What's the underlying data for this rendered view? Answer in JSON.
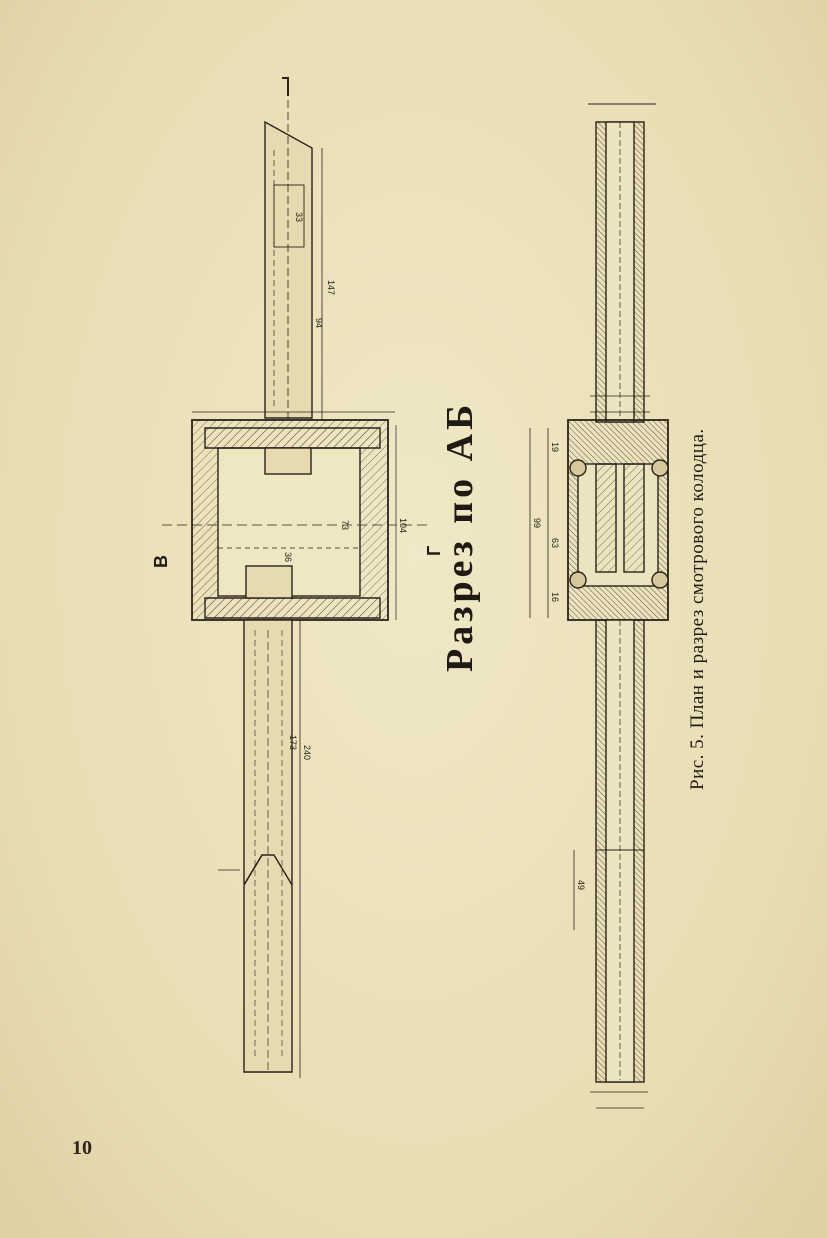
{
  "page": {
    "number": "10"
  },
  "figure": {
    "section_title": "Разрез по АБ",
    "caption_number": "Рис. 5.",
    "caption_text": "План и разрез смотрового колодца.",
    "markers": {
      "v": "В",
      "g": "Г"
    },
    "dimensions": {
      "plan_upper_length": "147",
      "plan_upper_inner": "94",
      "plan_upper_box": "33",
      "plan_lower_length": "240",
      "plan_lower_inner": "173",
      "plan_well_width": "104",
      "plan_well_inner": "73",
      "plan_well_wall": "36",
      "section_height": "99",
      "section_inner": "63",
      "section_top": "19",
      "section_bottom": "16",
      "section_lower_depth": "49"
    }
  }
}
